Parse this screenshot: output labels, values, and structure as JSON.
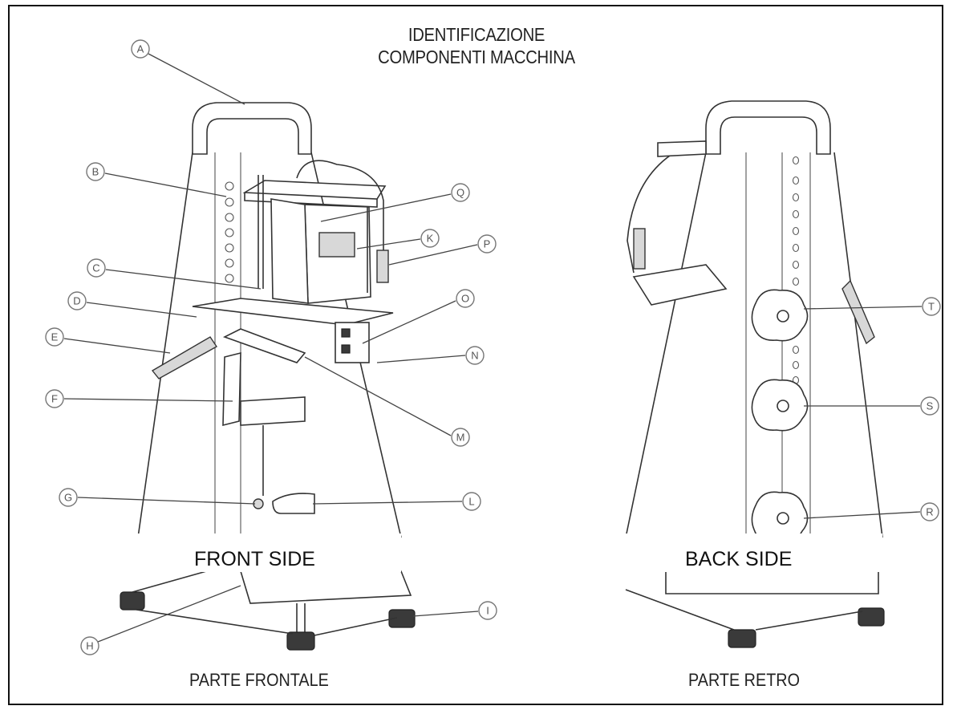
{
  "title": {
    "line1": "IDENTIFICAZIONE",
    "line2": "COMPONENTI MACCHINA"
  },
  "front": {
    "side_label": "FRONT SIDE",
    "caption": "PARTE FRONTALE"
  },
  "back": {
    "side_label": "BACK SIDE",
    "caption": "PARTE RETRO"
  },
  "callouts": {
    "A": "A",
    "B": "B",
    "C": "C",
    "D": "D",
    "E": "E",
    "F": "F",
    "G": "G",
    "H": "H",
    "I": "I",
    "K": "K",
    "L": "L",
    "M": "M",
    "N": "N",
    "O": "O",
    "P": "P",
    "Q": "Q",
    "R": "R",
    "S": "S",
    "T": "T"
  }
}
